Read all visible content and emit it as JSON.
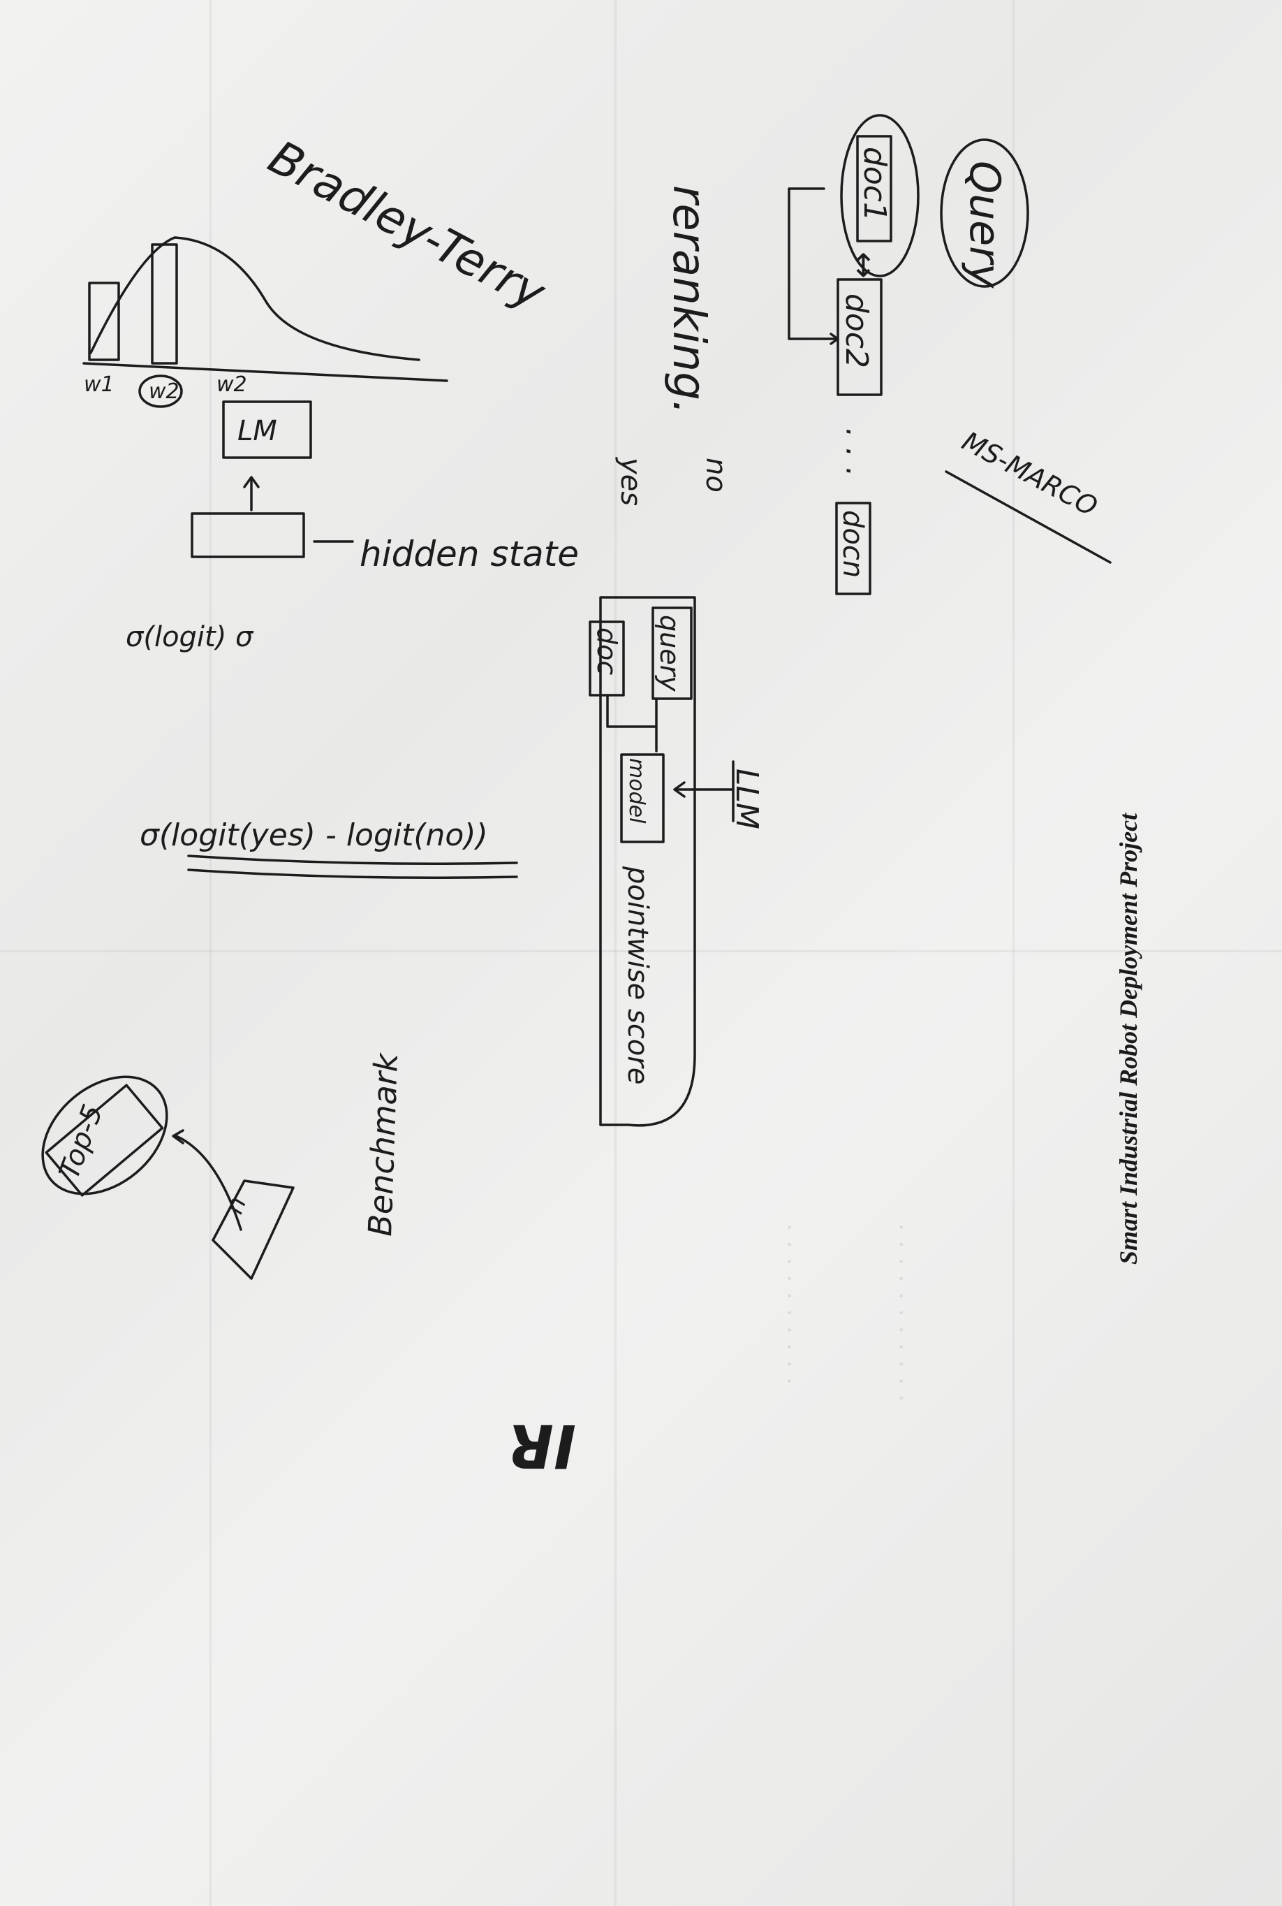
{
  "footer_text": "Smart Industrial Robot Deployment Project",
  "notes": {
    "query_top": "Query",
    "docs": {
      "doc1": "doc1",
      "doc2": "doc2",
      "docn": "docn",
      "ellipsis": "· · ·"
    },
    "dataset": "MS-MARCO",
    "reranking": "reranking.",
    "yes": "yes",
    "no": "no",
    "query_box": "query",
    "doc_box": "doc",
    "model_box": "model",
    "llm": "LLM",
    "pointwise": "pointwise score",
    "bradley_terry": "Bradley-Terry",
    "w1": "w1",
    "w2": "w2",
    "w3": "w2",
    "lm_box": "LM",
    "hidden_state": "hidden state",
    "sigma_logit": "σ(logit) σ",
    "formula": "σ(logit(yes) - logit(no))",
    "benchmark": "Benchmark",
    "topk": "Top-5",
    "ir": "IR",
    "small_box": "n"
  }
}
